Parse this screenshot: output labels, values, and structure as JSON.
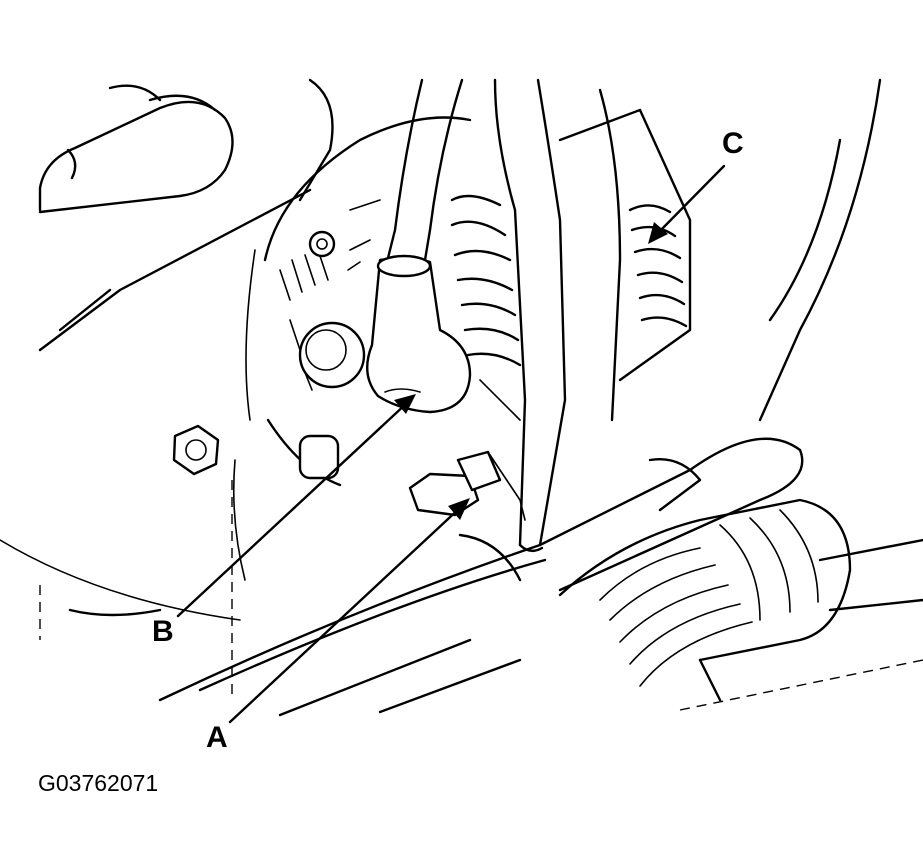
{
  "figure": {
    "id": "G03762071",
    "callouts": {
      "a": "A",
      "b": "B",
      "c": "C"
    }
  }
}
